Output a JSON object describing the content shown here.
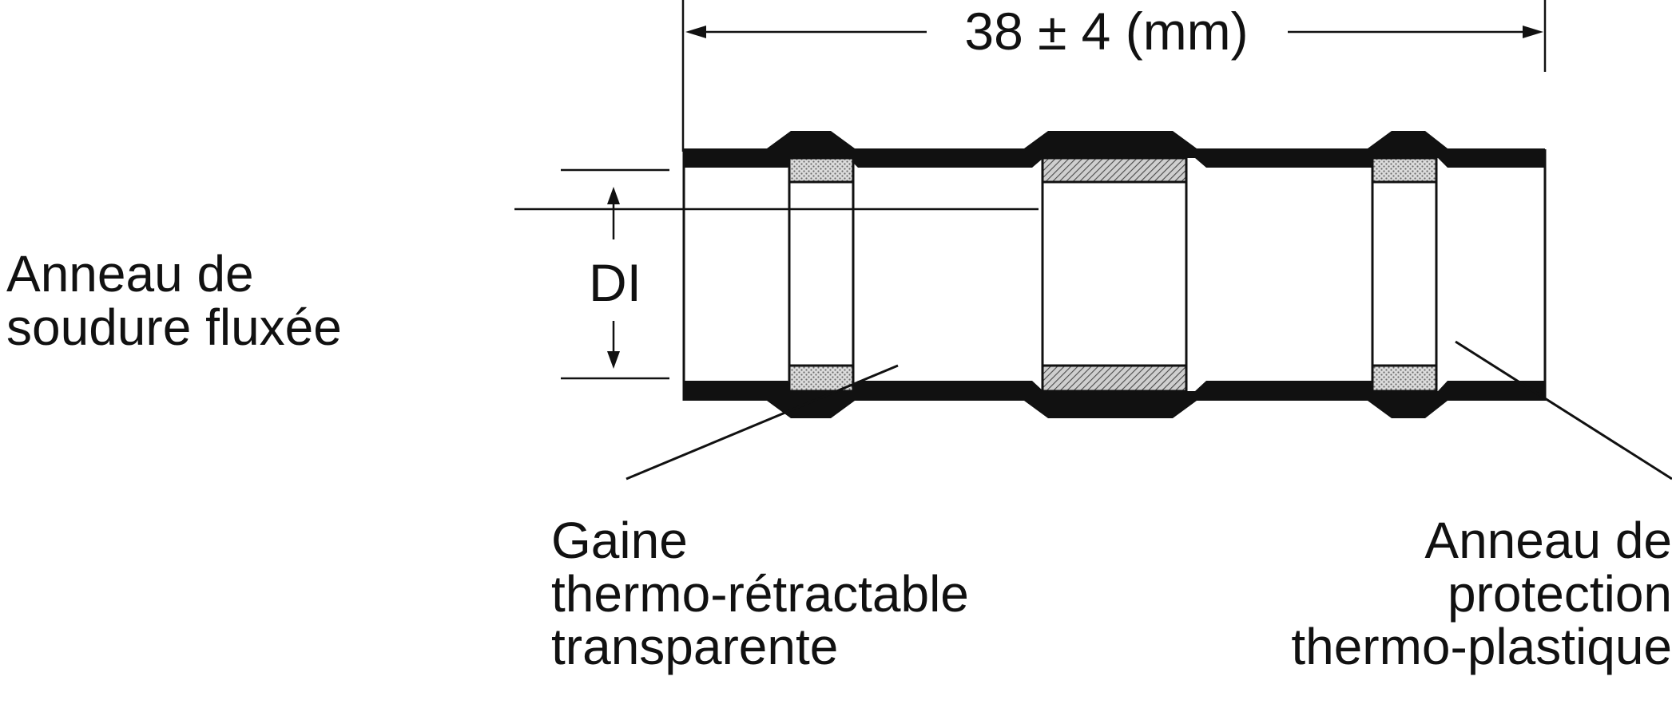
{
  "dimension": {
    "text": "38 ± 4 (mm)"
  },
  "inner_diameter": {
    "text": "DI"
  },
  "labels": {
    "solder_ring": [
      "Anneau de",
      "soudure fluxée"
    ],
    "sleeve": [
      "Gaine",
      "thermo-rétractable",
      "transparente"
    ],
    "protection_ring": [
      "Anneau de",
      "protection",
      "thermo-plastique"
    ]
  },
  "colors": {
    "ink": "#111111",
    "background": "#ffffff",
    "band_fill": "#a8a8a8"
  }
}
